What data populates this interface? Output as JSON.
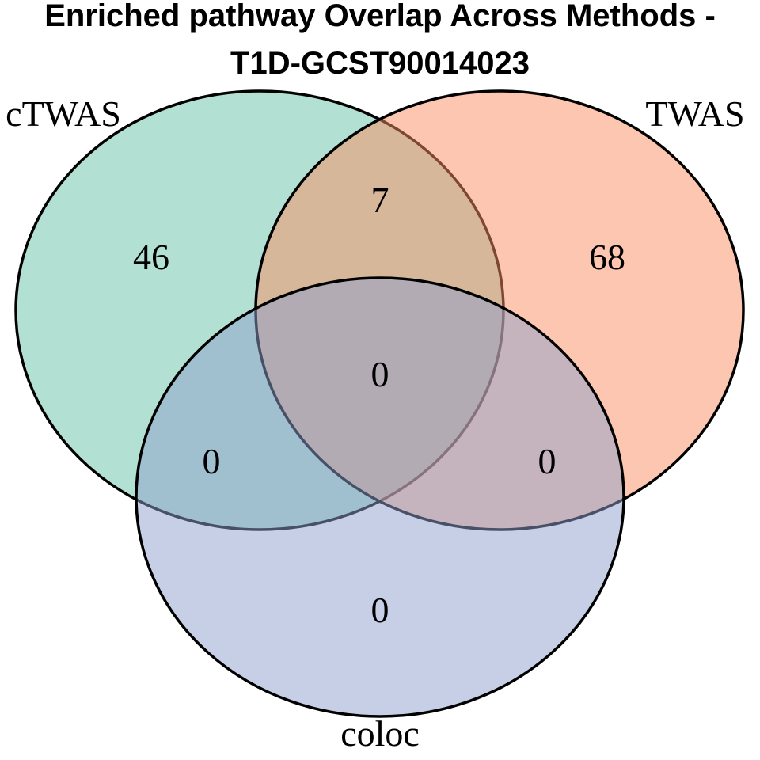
{
  "title": {
    "line1": "Enriched pathway Overlap Across Methods -",
    "line2": "T1D-GCST90014023"
  },
  "sets": [
    {
      "id": "ctwas",
      "label": "cTWAS",
      "color": "#66c2a5"
    },
    {
      "id": "twas",
      "label": "TWAS",
      "color": "#fc8d62"
    },
    {
      "id": "coloc",
      "label": "coloc",
      "color": "#8da0cb"
    }
  ],
  "regions": {
    "ctwas_only": "46",
    "twas_only": "68",
    "ctwas_twas": "7",
    "all_three": "0",
    "ctwas_coloc": "0",
    "twas_coloc": "0",
    "coloc_only": "0"
  },
  "style": {
    "fill_opacity": 0.5,
    "stroke_color": "#000000"
  }
}
